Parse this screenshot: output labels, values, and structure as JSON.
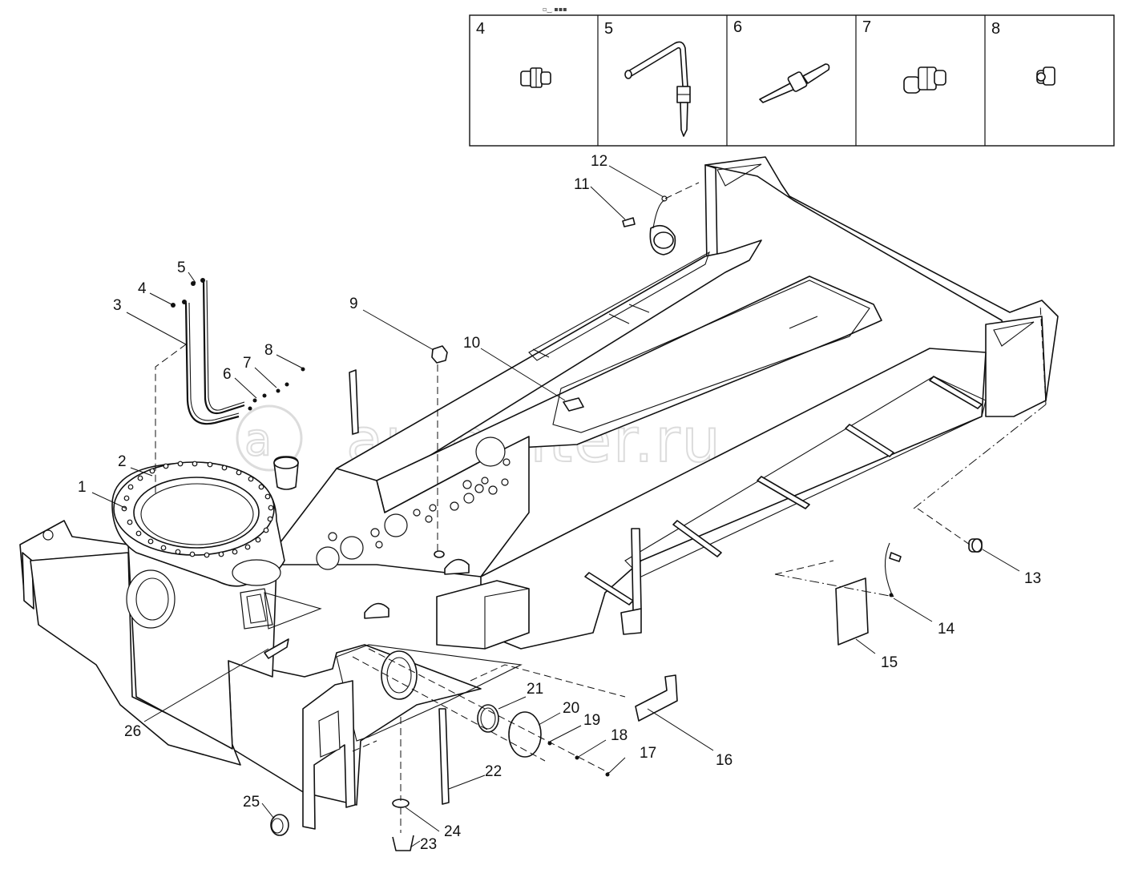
{
  "top_mark": "▫‿ ▪▪▪",
  "legend": {
    "cells": [
      {
        "number": "4",
        "icon": "straight-fitting-icon"
      },
      {
        "number": "5",
        "icon": "elbow-grease-pipe-icon"
      },
      {
        "number": "6",
        "icon": "nozzle-fitting-icon"
      },
      {
        "number": "7",
        "icon": "adapter-fitting-icon"
      },
      {
        "number": "8",
        "icon": "grease-nipple-icon"
      }
    ]
  },
  "callouts": [
    "1",
    "2",
    "3",
    "4",
    "5",
    "6",
    "7",
    "8",
    "9",
    "10",
    "11",
    "12",
    "13",
    "14",
    "15",
    "16",
    "17",
    "18",
    "19",
    "20",
    "21",
    "22",
    "23",
    "24",
    "25",
    "26"
  ],
  "watermark": "autopiter.ru"
}
